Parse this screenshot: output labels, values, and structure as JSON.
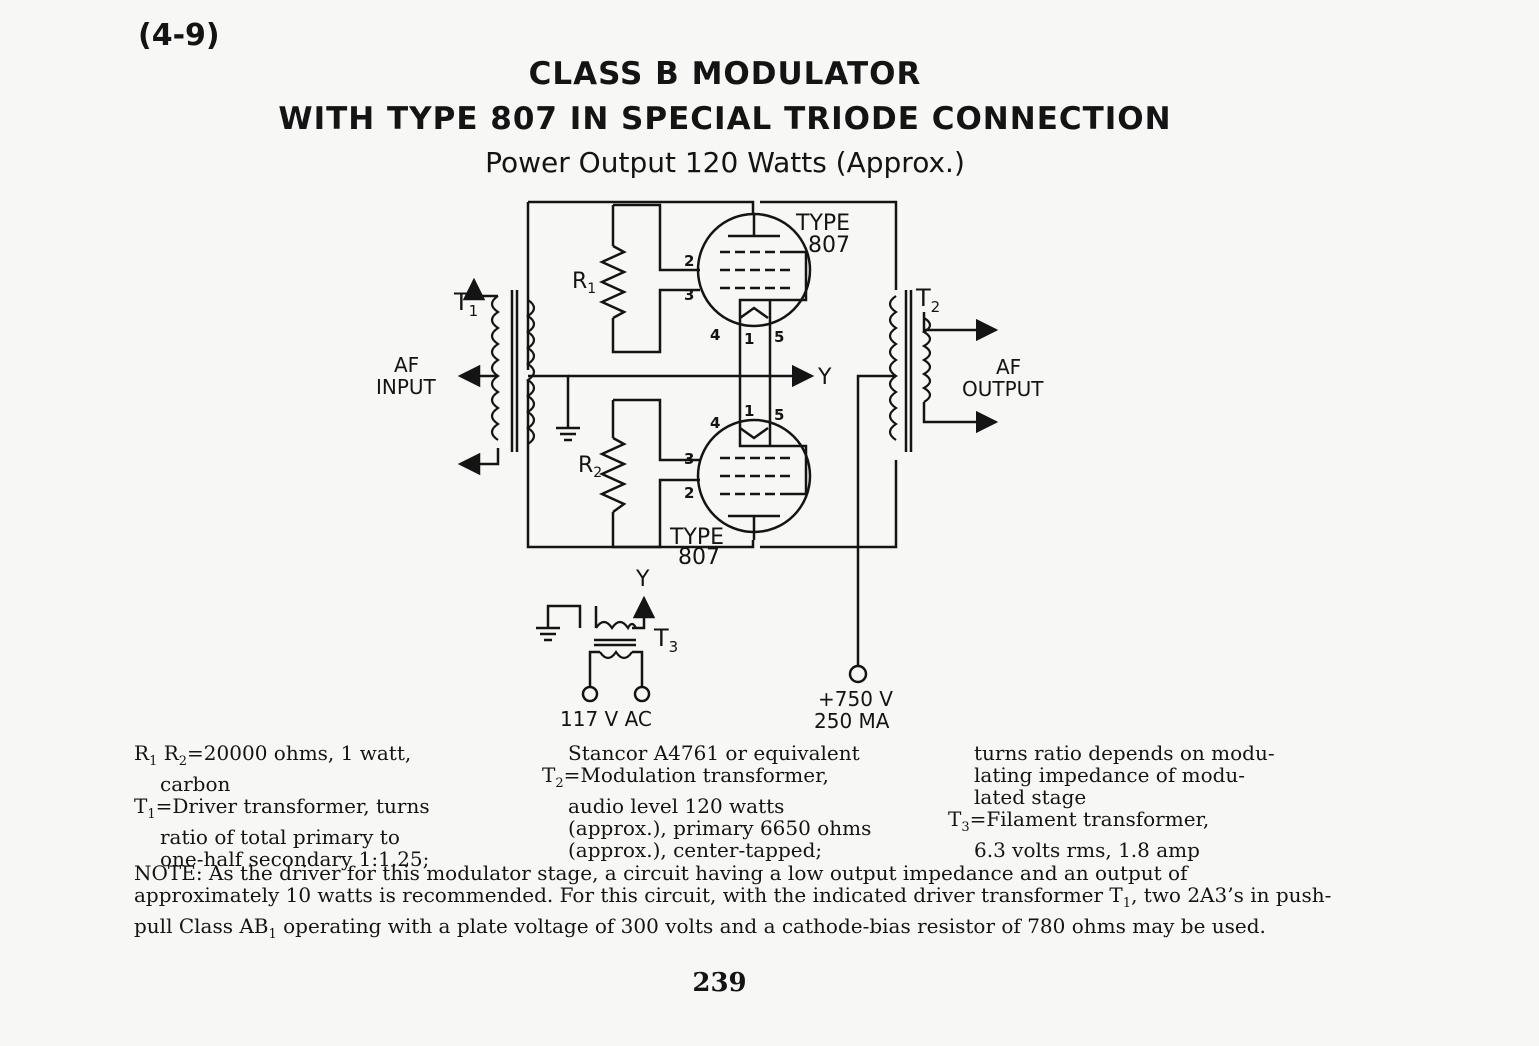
{
  "header": {
    "section_ref": "(4-9)",
    "title_line1": "CLASS B MODULATOR",
    "title_line2": "WITH TYPE 807 IN SPECIAL TRIODE CONNECTION",
    "subtitle": "Power Output 120 Watts (Approx.)"
  },
  "schematic": {
    "tube_top_label": [
      "TYPE",
      "807"
    ],
    "tube_bottom_label": [
      "TYPE",
      "807"
    ],
    "t1": "T",
    "t1_sub": "1",
    "t2": "T",
    "t2_sub": "2",
    "t3": "T",
    "t3_sub": "3",
    "r1": "R",
    "r1_sub": "1",
    "r2": "R",
    "r2_sub": "2",
    "af_input": [
      "AF",
      "INPUT"
    ],
    "af_output": [
      "AF",
      "OUTPUT"
    ],
    "y_label": "Y",
    "pin_2": "2",
    "pin_3": "3",
    "pin_4": "4",
    "pin_1": "1",
    "pin_5": "5",
    "ac_supply": "117 V AC",
    "hv_supply": [
      "+750 V",
      "250 MA"
    ]
  },
  "notes": {
    "col1": [
      {
        "a": "R",
        "as": "1",
        "b": " R",
        "bs": "2",
        "c": "=20000 ohms, 1 watt,"
      },
      {
        "t": "carbon",
        "indent": true
      },
      {
        "a": "T",
        "as": "1",
        "c": "=Driver transformer, turns"
      },
      {
        "t": "ratio of total primary to",
        "indent": true
      },
      {
        "t": "one-half secondary 1:1.25;",
        "indent": true
      }
    ],
    "col2": [
      {
        "t": "Stancor A4761 or equivalent",
        "indent": true
      },
      {
        "a": "T",
        "as": "2",
        "c": "=Modulation transformer,"
      },
      {
        "t": "audio level 120 watts",
        "indent": true
      },
      {
        "t": "(approx.), primary 6650 ohms",
        "indent": true
      },
      {
        "t": "(approx.), center-tapped;",
        "indent": true
      }
    ],
    "col3": [
      {
        "t": "turns ratio depends on modu-",
        "indent": true
      },
      {
        "t": "lating impedance of modu-",
        "indent": true
      },
      {
        "t": "lated stage",
        "indent": true
      },
      {
        "a": "T",
        "as": "3",
        "c": "=Filament transformer,"
      },
      {
        "t": "6.3 volts rms, 1.8 amp",
        "indent": true
      }
    ],
    "note_part1": "NOTE: As the driver for this modulator stage, a circuit having a low output impedance and an output of approximately 10 watts is recommended. For this circuit, with the indicated driver transformer T",
    "note_sub1": "1",
    "note_part2": ", two 2A3’s in push-pull Class AB",
    "note_sub2": "1",
    "note_part3": " operating with a plate voltage of 300 volts and a cathode-bias resistor of 780 ohms may be used."
  },
  "page_number": "239"
}
